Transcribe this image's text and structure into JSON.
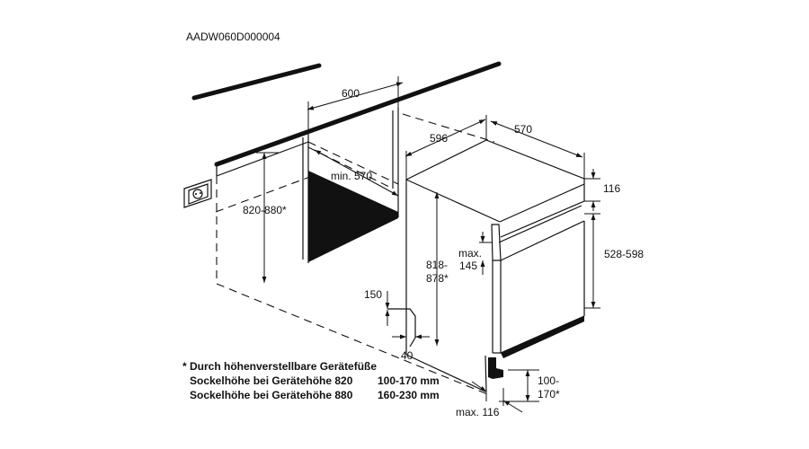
{
  "reference_code": "AADW060D000004",
  "dimensions": {
    "niche_width": "600",
    "niche_depth": "min. 570",
    "niche_height": "820-880*",
    "plinth_depth": "150",
    "plinth_offset": "40",
    "appliance_width": "596",
    "appliance_depth": "570",
    "top_panel_height": "116",
    "appliance_height_line1": "818-",
    "appliance_height_line2": "878*",
    "door_max_line1": "max.",
    "door_max_line2": "145",
    "panel_height": "528-598",
    "foot_height_line1": "100-",
    "foot_height_line2": "170*",
    "foot_max": "max. 116"
  },
  "footnote": {
    "line1": "* Durch höhenverstellbare Gerätefüße",
    "line2_label": "Sockelhöhe bei Gerätehöhe 820",
    "line2_value": "100-170 mm",
    "line3_label": "Sockelhöhe bei Gerätehöhe 880",
    "line3_value": "160-230 mm"
  }
}
